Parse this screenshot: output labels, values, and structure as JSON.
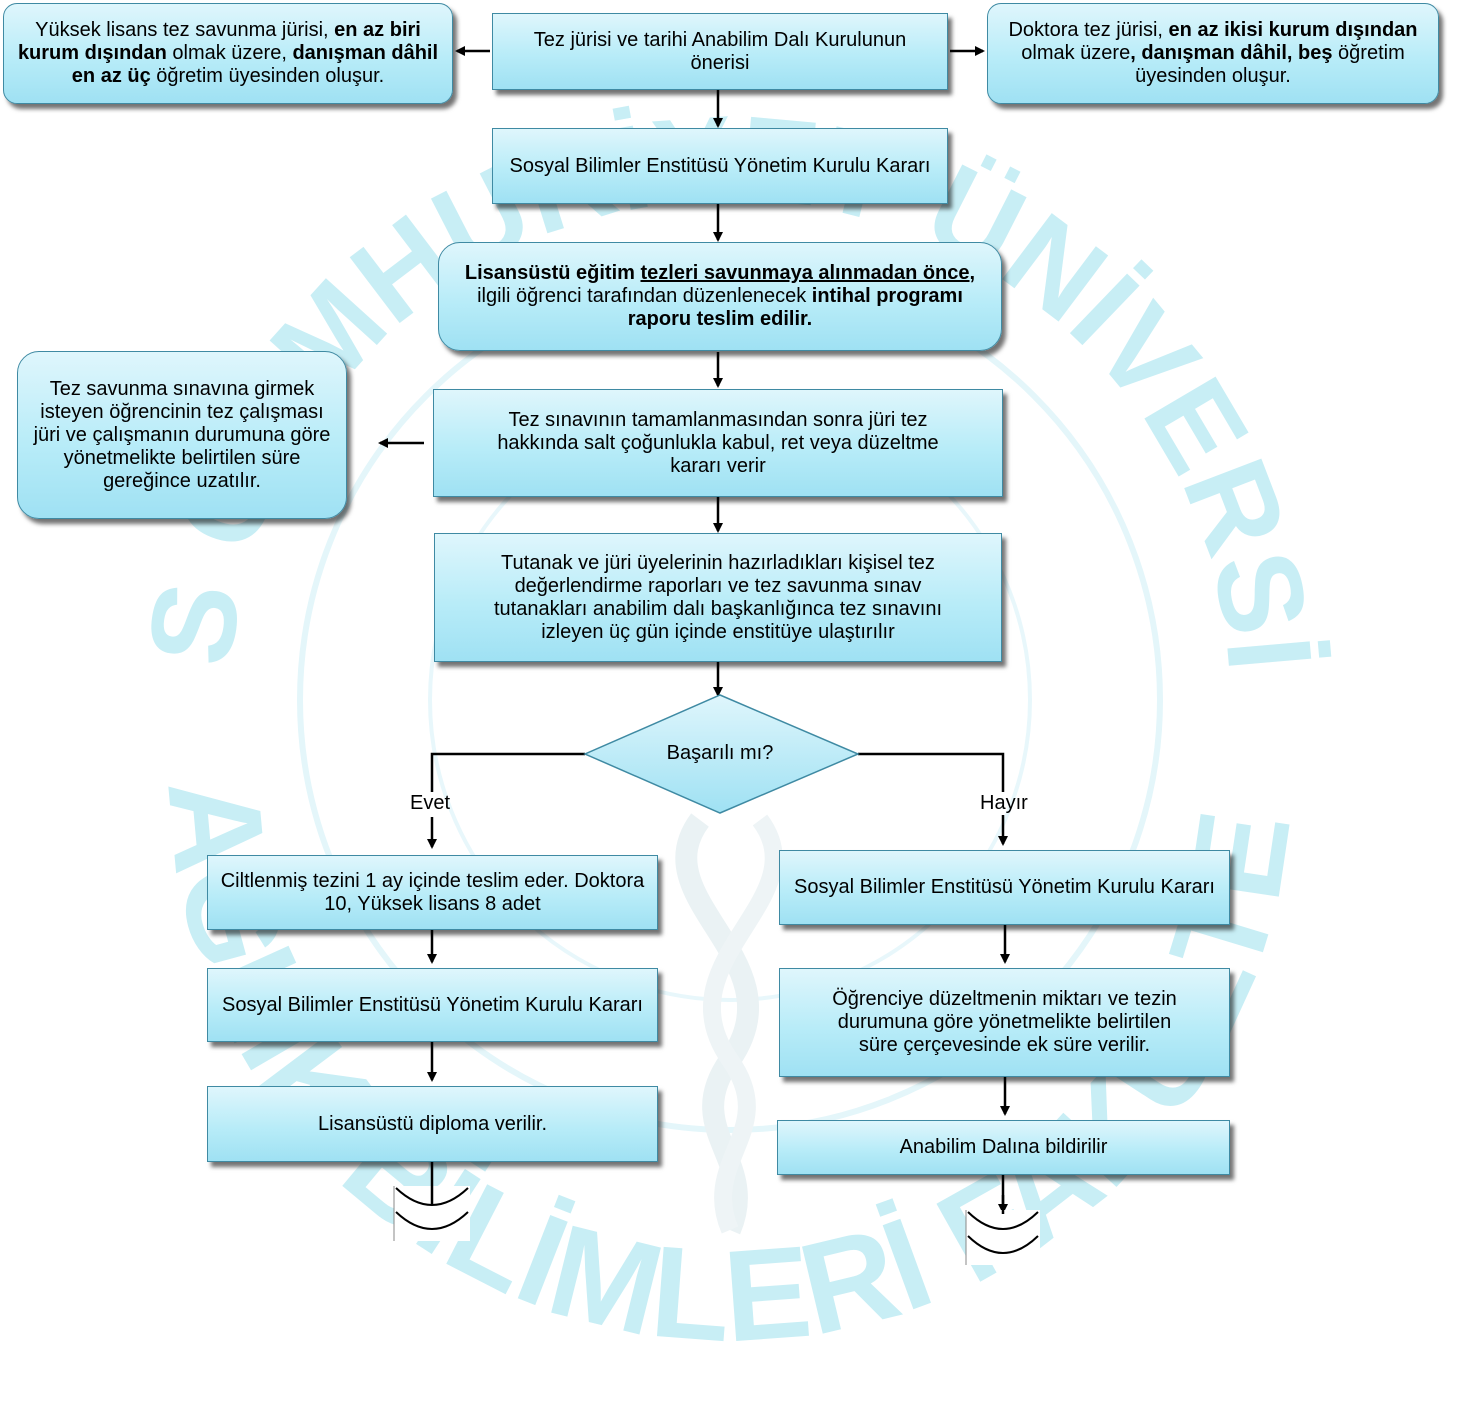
{
  "watermark": {
    "top_text": "SİVAS CUMHURİYET ÜNİVERSİTESİ",
    "bottom_text": "SAĞLIK BİLİMLERİ FAKÜLTESİ"
  },
  "nodes": {
    "proposal": "Tez jürisi ve tarihi Anabilim Dalı Kurulunun önerisi",
    "masters_jury": {
      "t1": "Yüksek lisans tez savunma jürisi, ",
      "b1": "en az biri kurum dışından",
      "t2": " olmak üzere, ",
      "b2": "danışman dâhil en az üç",
      "t3": " öğretim üyesinden oluşur."
    },
    "phd_jury": {
      "t1": "Doktora tez jürisi, ",
      "b1": "en az ikisi kurum dışından",
      "t2": " olmak üzere",
      "b2": ", danışman dâhil, beş",
      "t3": " öğretim üyesinden oluşur."
    },
    "board_decision_1": "Sosyal Bilimler Enstitüsü Yönetim Kurulu Kararı",
    "plagiarism": {
      "b1": "Lisansüstü eğitim ",
      "u1": "tezleri savunmaya alınmadan önce",
      "b2": ",",
      "t1": " ilgili öğrenci tarafından düzenlenecek ",
      "b3": "intihal programı raporu teslim edilir."
    },
    "exam_result": "Tez sınavının tamamlanmasından sonra jüri tez hakkında salt çoğunlukla kabul, ret veya düzeltme kararı verir",
    "extension": "Tez savunma sınavına girmek isteyen öğrencinin tez çalışması jüri ve çalışmanın durumuna göre yönetmelikte belirtilen süre gereğince uzatılır.",
    "reports": "Tutanak ve jüri üyelerinin hazırladıkları kişisel tez değerlendirme raporları ve tez savunma sınav tutanakları anabilim dalı başkanlığınca tez sınavını izleyen üç gün içinde enstitüye ulaştırılır",
    "decision": "Başarılı mı?",
    "yes_label": "Evet",
    "no_label": "Hayır",
    "bound_thesis": "Ciltlenmiş tezini 1 ay içinde teslim eder. Doktora 10, Yüksek lisans 8 adet",
    "board_decision_yes": "Sosyal Bilimler Enstitüsü Yönetim Kurulu Kararı",
    "diploma": "Lisansüstü diploma verilir.",
    "board_decision_no": "Sosyal Bilimler Enstitüsü Yönetim Kurulu Kararı",
    "additional_time": "Öğrenciye düzeltmenin miktarı ve tezin durumuna göre yönetmelikte belirtilen süre çerçevesinde ek süre verilir.",
    "notify_department": "Anabilim Dalına bildirilir"
  },
  "colors": {
    "box_fill_top": "#dff6fc",
    "box_fill_bottom": "#9fe1f3",
    "box_border": "#3f8aa3",
    "watermark": "#c8eef5"
  }
}
